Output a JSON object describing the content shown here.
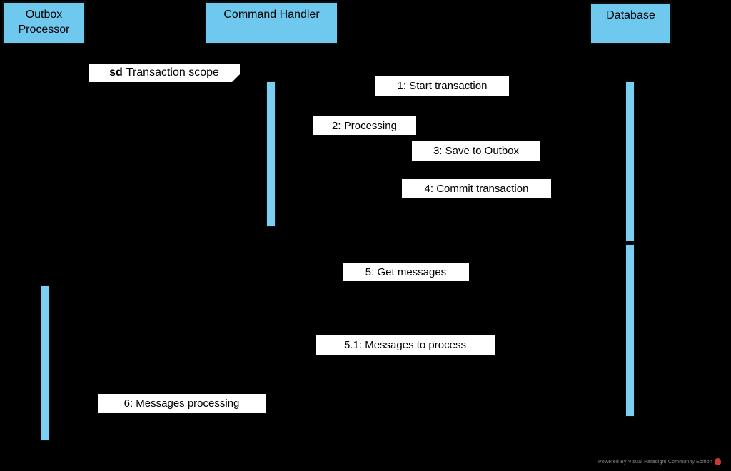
{
  "diagram_type": "uml-sequence-diagram",
  "background_color": "#000000",
  "participants": [
    {
      "name": "Outbox Processor"
    },
    {
      "name": "Command Handler"
    },
    {
      "name": "Database"
    }
  ],
  "frame": {
    "keyword": "sd",
    "title": "Transaction scope"
  },
  "messages": [
    {
      "label": "1: Start transaction"
    },
    {
      "label": "2: Processing"
    },
    {
      "label": "3: Save to Outbox"
    },
    {
      "label": "4: Commit transaction"
    },
    {
      "label": "5: Get messages"
    },
    {
      "label": "5.1: Messages to process"
    },
    {
      "label": "6: Messages processing"
    }
  ],
  "activations": [
    {
      "participant": "Command Handler",
      "segment": 1
    },
    {
      "participant": "Database",
      "segment": 1
    },
    {
      "participant": "Database",
      "segment": 2
    },
    {
      "participant": "Outbox Processor",
      "segment": 1
    }
  ],
  "watermark": {
    "text": "Powered By Visual Paradigm Community Edition",
    "logo_color": "#CB3A32"
  },
  "colors": {
    "participant_fill": "#6FC9EF",
    "activation_fill": "#7BCFF2",
    "label_background": "#FFFFFF",
    "text": "#000000",
    "watermark_text": "#8A8A8A"
  }
}
